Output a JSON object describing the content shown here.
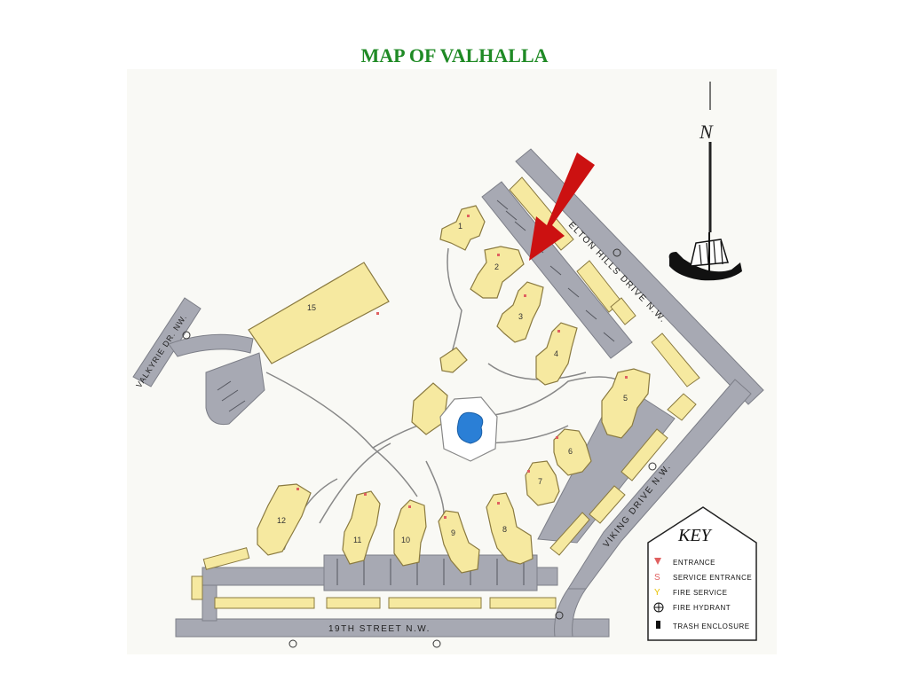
{
  "title": "MAP OF VALHALLA",
  "colors": {
    "road": "#a7a9b3",
    "building": "#f6e9a0",
    "buildingStroke": "#8a7a40",
    "arrow": "#cc1111",
    "pool": "#2a7fd6",
    "titleColor": "#1f8a25"
  },
  "streets": {
    "elton_hills": "ELTON HILLS DRIVE N.W.",
    "viking": "VIKING DRIVE N.W.",
    "nineteenth": "19TH STREET N.W.",
    "valkyrie": "VALKYRIE DR. NW."
  },
  "north_label": "N",
  "buildings": [
    "1",
    "2",
    "3",
    "4",
    "5",
    "6",
    "7",
    "8",
    "9",
    "10",
    "11",
    "12",
    "15"
  ],
  "key": {
    "title": "KEY",
    "items": [
      {
        "symbol": "▼",
        "label": "ENTRANCE"
      },
      {
        "symbol": "S",
        "label": "SERVICE ENTRANCE"
      },
      {
        "symbol": "Y",
        "label": "FIRE SERVICE"
      },
      {
        "symbol": "⊕",
        "label": "FIRE HYDRANT"
      },
      {
        "symbol": "■",
        "label": "TRASH ENCLOSURE"
      }
    ]
  }
}
